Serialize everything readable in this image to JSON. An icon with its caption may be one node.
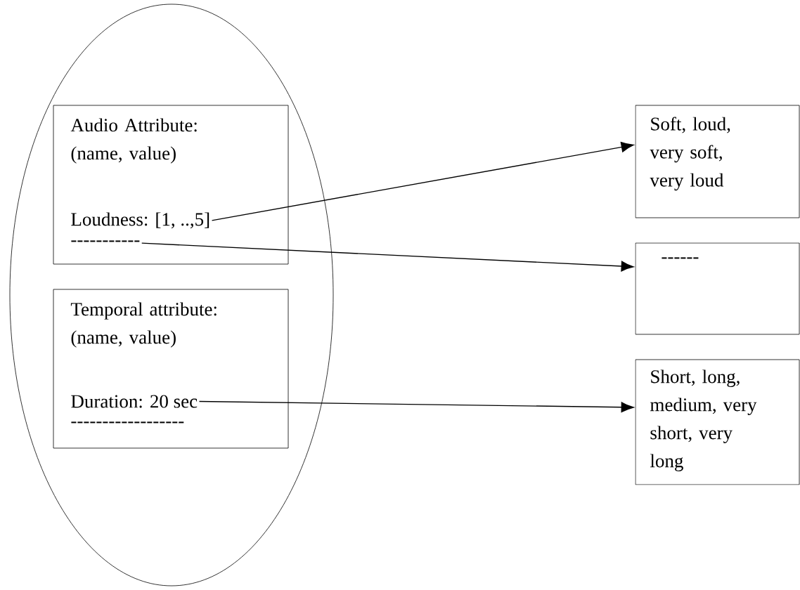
{
  "diagram": {
    "nodes": [
      {
        "text": [],
        "shape": "ellipse"
      },
      {
        "text": [
          "Audio Attribute: (name, value)"
        ],
        "in": 0
      },
      {
        "text": [
          "Loudness: [1, ..,5]"
        ],
        "in": 1
      },
      {
        "text": [
          "-----------"
        ],
        "in": 1
      },
      {
        "text": [
          "Temporal attribute: (name, value)"
        ],
        "in": 0
      },
      {
        "text": [
          "Duration: 20 sec"
        ],
        "in": 4
      },
      {
        "text": [
          "------------------"
        ],
        "in": 4
      },
      {
        "text": [
          "Soft, loud, very soft, very loud"
        ]
      },
      {
        "text": [
          "------"
        ]
      },
      {
        "text": [
          "Short, long, medium, very short, very long"
        ]
      }
    ],
    "edges": [
      {
        "from": 2,
        "to": 7,
        "arrow": "to"
      },
      {
        "from": 3,
        "to": 8,
        "arrow": "to"
      },
      {
        "from": 5,
        "to": 9,
        "arrow": "to"
      }
    ]
  }
}
